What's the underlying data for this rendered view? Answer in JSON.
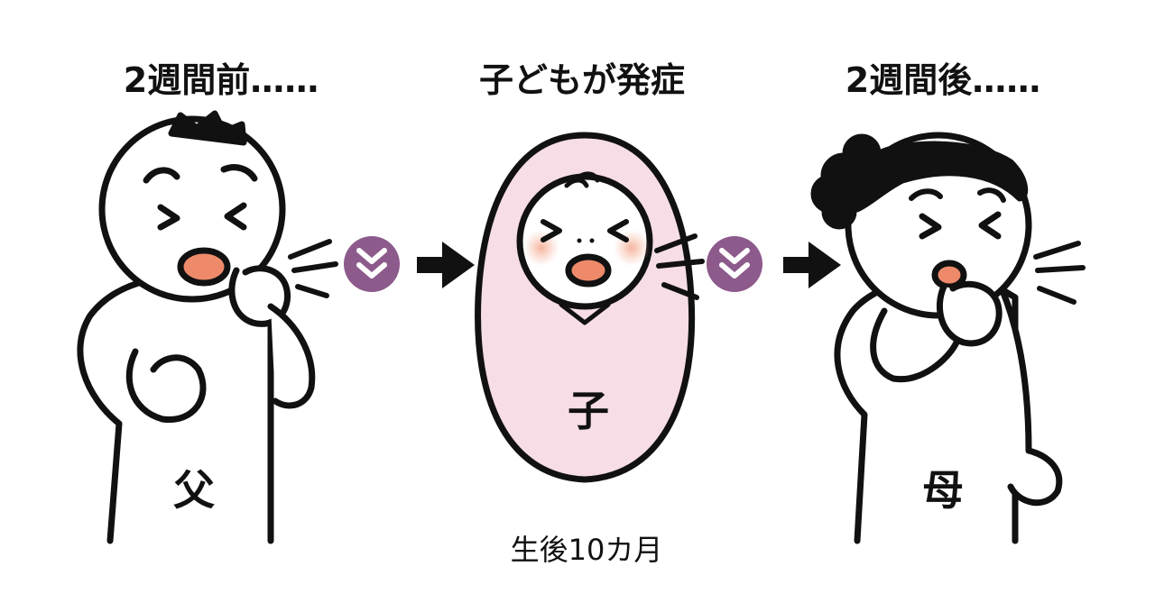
{
  "headings": {
    "before": "2週間前……",
    "onset": "子どもが発症",
    "after": "2週間後……"
  },
  "labels": {
    "father": "父",
    "child": "子",
    "mother": "母"
  },
  "age_note": "生後10カ月",
  "colors": {
    "virus_badge": "#8d5a8c",
    "baby_wrap": "#f7dde6",
    "mouth": "#ee8a6a",
    "cheek": "#f6b9a3",
    "outline": "#111111"
  },
  "icons": [
    "virus-badge-icon",
    "arrow-right-icon",
    "cough-lines-icon"
  ]
}
